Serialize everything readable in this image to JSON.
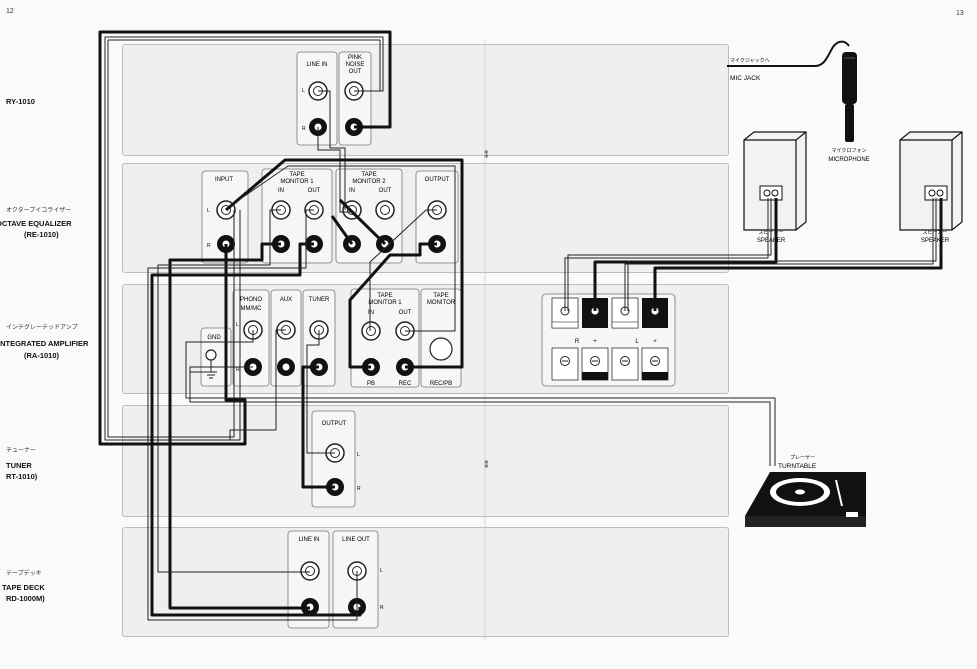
{
  "pages": {
    "left": "12",
    "right": "13"
  },
  "components": {
    "ry": {
      "model": "RY-1010",
      "jp": ""
    },
    "re": {
      "jp": "オクターブイコライザー",
      "name": "OCTAVE EQUALIZER",
      "model": "(RE-1010)"
    },
    "ra": {
      "jp": "インテグレーテッドアンプ",
      "name": "INTEGRATED AMPLIFIER",
      "model": "(RA-1010)"
    },
    "rt": {
      "jp": "チューナー",
      "name": "TUNER",
      "model": "RT-1010)"
    },
    "rd": {
      "jp": "テープデッキ",
      "name": "TAPE DECK",
      "model": "RD-1000M)"
    }
  },
  "jacks": {
    "ry": {
      "line_in": "LINE IN",
      "pink1": "PINK",
      "pink2": "NOISE",
      "pink3": "OUT"
    },
    "re": {
      "input": "INPUT",
      "tm1a": "TAPE",
      "tm1b": "MONITOR 1",
      "tm2a": "TAPE",
      "tm2b": "MONITOR 2",
      "in": "IN",
      "out": "OUT",
      "output": "OUTPUT"
    },
    "ra": {
      "phono1": "PHONO",
      "phono2": "MM/MC",
      "aux": "AUX",
      "tuner": "TUNER",
      "tm1a": "TAPE",
      "tm1b": "MONITOR 1",
      "tm_a": "TAPE",
      "tm_b": "MONITOR",
      "in": "IN",
      "out": "OUT",
      "pb": "PB",
      "rec": "REC",
      "recpb": "REC/PB",
      "gnd": "GND"
    },
    "rt": {
      "output": "OUTPUT"
    },
    "rd": {
      "line_in": "LINE IN",
      "line_out": "LINE OUT"
    },
    "l": "L",
    "r": "R"
  },
  "peripherals": {
    "mic_jack_jp": "マイクジャックへ",
    "mic_jack": "MIC JACK",
    "microphone_jp": "マイクロフォン",
    "microphone": "MICROPHONE",
    "speaker_jp": "スピーカー",
    "speaker": "SPEAKER",
    "turntable_jp": "プレーヤー",
    "turntable": "TURNTABLE"
  },
  "speaker_terminals": {
    "r_label": "R",
    "l_label": "L",
    "plus": "+",
    "minus": "−"
  }
}
